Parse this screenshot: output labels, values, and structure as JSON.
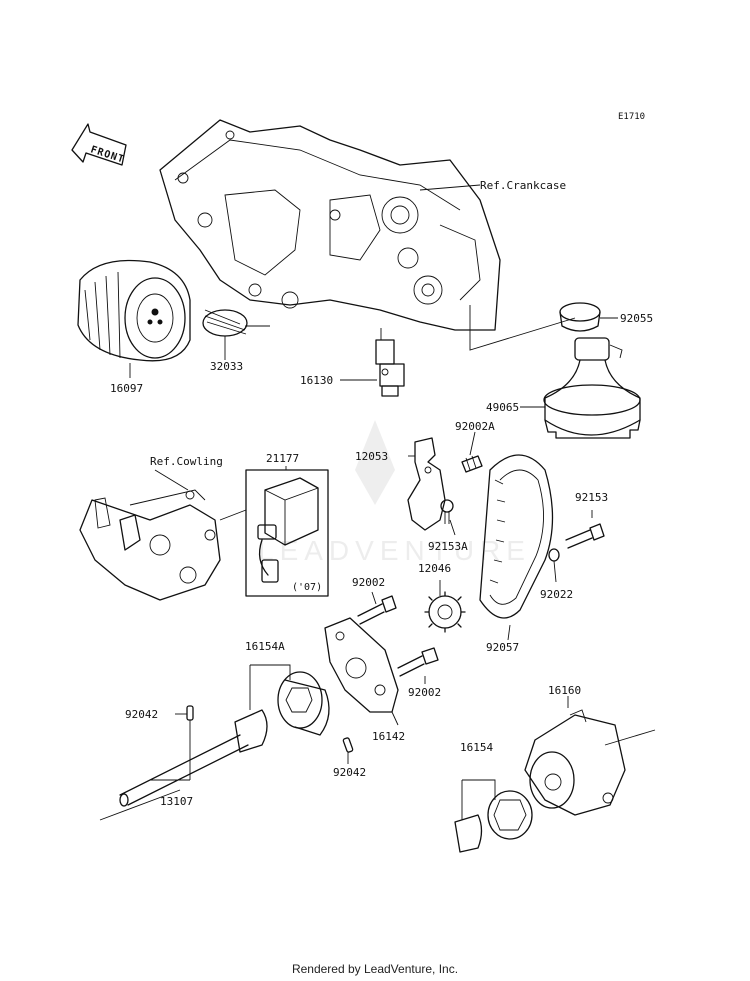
{
  "diagram_code": "E1710",
  "front_label": "FRONT",
  "refs": {
    "crankcase": "Ref.Crankcase",
    "cowling": "Ref.Cowling"
  },
  "watermark": "LEADVENTURE",
  "parts": {
    "p16097": "16097",
    "p32033": "32033",
    "p16130": "16130",
    "p92055": "92055",
    "p49065": "49065",
    "p21177": "21177",
    "p07": "('07)",
    "p12053": "12053",
    "p92002A": "92002A",
    "p92153A": "92153A",
    "p92153": "92153",
    "p12046": "12046",
    "p92022": "92022",
    "p92002a": "92002",
    "p92057": "92057",
    "p16154A": "16154A",
    "p92002b": "92002",
    "p16142": "16142",
    "p92042a": "92042",
    "p92042b": "92042",
    "p13107": "13107",
    "p16160": "16160",
    "p16154": "16154"
  },
  "footer": "Rendered by LeadVenture, Inc."
}
